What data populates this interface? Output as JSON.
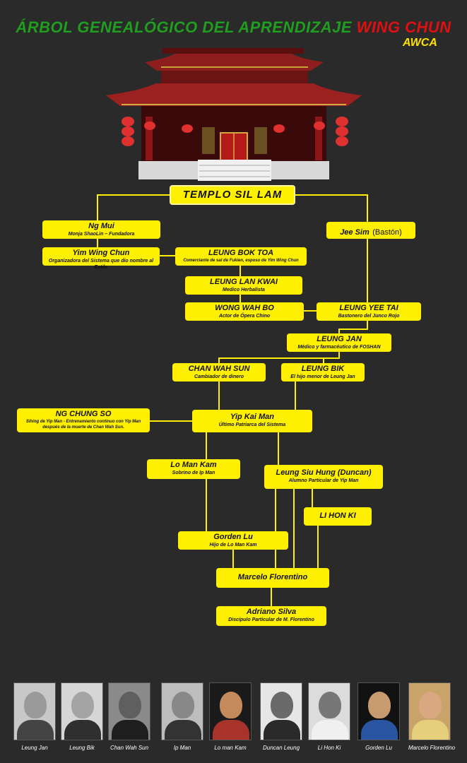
{
  "title": {
    "part1": "ÁRBOL GENEALÓGICO DEL APRENDIZAJE",
    "part2": "WING CHUN",
    "sub": "AWCA"
  },
  "nodes": {
    "templo": {
      "name": "TEMPLO SIL LAM"
    },
    "ngmui": {
      "name": "Ng Mui",
      "desc": "Monja ShaoLin – Fundadora"
    },
    "jeesim": {
      "name": "Jee Sim",
      "desc": "(Bastón)"
    },
    "yim": {
      "name": "Yim Wing Chun",
      "desc": "Organizadora del Sistema que dio nombre al Estilo"
    },
    "leungbok": {
      "name": "LEUNG BOK TOA",
      "desc": "Comerciante de sal de Fukien, esposo de Yim Wing Chun"
    },
    "leunglan": {
      "name": "LEUNG LAN KWAI",
      "desc": "Medico Herbalista"
    },
    "wongwah": {
      "name": "WONG WAH BO",
      "desc": "Actor de Ópera Chino"
    },
    "leungyee": {
      "name": "LEUNG YEE TAI",
      "desc": "Bastonero del Junco Rojo"
    },
    "leungjan": {
      "name": "LEUNG JAN",
      "desc": "Médico y farmacéutico de FOSHAN"
    },
    "chanwah": {
      "name": "CHAN WAH SUN",
      "desc": "Cambiador de dinero"
    },
    "leungbik": {
      "name": "LEUNG BIK",
      "desc": "El hijo menor de Leung Jan"
    },
    "ngchung": {
      "name": "NG CHUNG SO",
      "desc": "Sihing de Yip Man - Entrenamiento continuo con Yip Man después de la muerte de Chan Wah Sun."
    },
    "yipkai": {
      "name": "Yip Kai Man",
      "desc": "Último Patriarca del Sistema"
    },
    "lomankam": {
      "name": "Lo Man Kam",
      "desc": "Sobrino de Ip Man"
    },
    "leungsiu": {
      "name": "Leung Siu Hung (Duncan)",
      "desc": "Alumno Particular de Yip Man"
    },
    "lihonki": {
      "name": "LI HON KI"
    },
    "gordenlu": {
      "name": "Gorden Lu",
      "desc": "Hijo de Lo Man Kam"
    },
    "marcelo": {
      "name": "Marcelo Florentino"
    },
    "adriano": {
      "name": "Adriano Silva",
      "desc": "Discípulo Particular de M. Florentino"
    }
  },
  "photos": [
    "Leung Jan",
    "Leung Bik",
    "Chan Wah Sun",
    "Ip Man",
    "Lo man Kam",
    "Duncan Leung",
    "Li Hon Ki",
    "Gorden Lu",
    "Marcelo Florentino"
  ],
  "colors": {
    "background": "#2a2a2a",
    "node": "#ffef00",
    "line": "#ffef00",
    "title_green": "#1f9e1f",
    "title_red": "#e01010"
  }
}
